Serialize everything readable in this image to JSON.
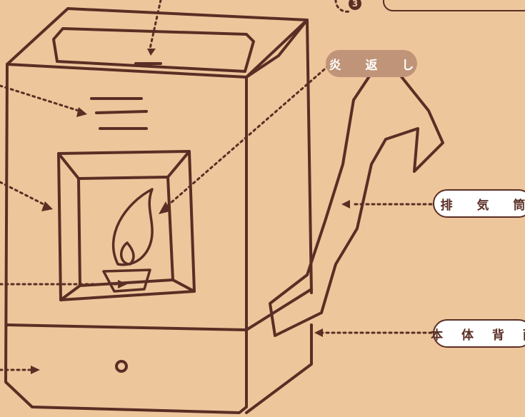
{
  "labels": {
    "hono_gaeshi": "炎 返 し",
    "exhaust_pipe": "排 気 筒",
    "body_back": "本 体 背 面",
    "top_right_box": "",
    "callout_number": "3"
  },
  "colors": {
    "background": "#eec69c",
    "ink": "#5a2e24",
    "pill_accent": "#c09478",
    "pill_white": "#ffffff"
  },
  "icons": {
    "stove": "oil-heater-illustration",
    "flame": "candle-flame-icon",
    "exhaust": "exhaust-pipe-illustration"
  }
}
